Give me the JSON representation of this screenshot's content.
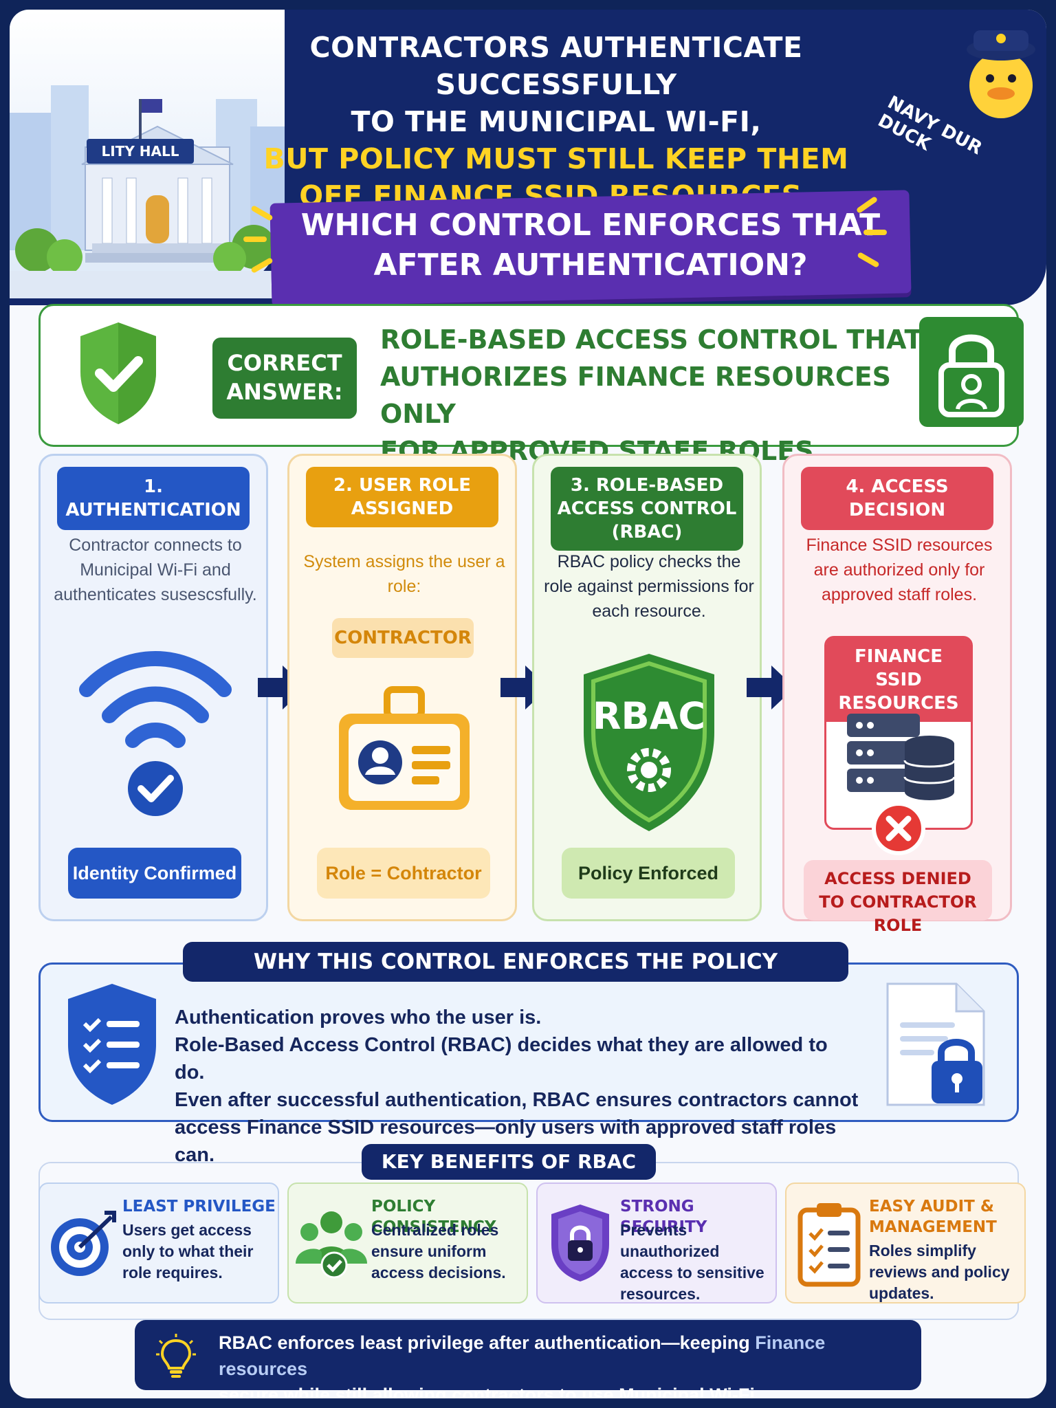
{
  "header": {
    "title_line1": "CONTRACTORS AUTHENTICATE SUCCESSFULLY",
    "title_line2": "TO THE MUNICIPAL WI-FI,",
    "title_line3": "BUT POLICY MUST STILL KEEP THEM",
    "title_line4": "OFF FINANCE SSID RESOURCES.",
    "question_line1": "WHICH CONTROL ENFORCES THAT",
    "question_line2": "AFTER AUTHENTICATION?",
    "building_sign": "LITY HALL",
    "mascot_name": "NAVY DUR DUCK"
  },
  "answer": {
    "badge_line1": "CORRECT",
    "badge_line2": "ANSWER:",
    "text_line1": "ROLE-BASED ACCESS CONTROL THAT",
    "text_line2": "AUTHORIZES FINANCE RESOURCES ONLY",
    "text_line3": "FOR APPROVED STAFF ROLES"
  },
  "steps": [
    {
      "title": "1. AUTHENTICATION",
      "desc": "Contractor connects to Municipal Wi-Fi and authenticates susescsfully.",
      "footer": "Identity Confirmed",
      "icon": "wifi-check-icon"
    },
    {
      "title": "2. USER ROLE ASSIGNED",
      "desc": "System assigns the user a role:",
      "role_tag": "CONTRACTOR",
      "footer": "Role = Cohtractor",
      "icon": "id-badge-icon"
    },
    {
      "title": "3. ROLE-BASED ACCESS CONTROL (RBAC)",
      "desc": "RBAC policy checks the role against permissions for each resource.",
      "shield_label": "RBAC",
      "footer": "Policy Enforced",
      "icon": "rbac-shield-icon"
    },
    {
      "title": "4. ACCESS DECISION",
      "desc": "Finance SSID resources are authorized only for approved staff roles.",
      "resource_label": "FINANCE SSID RESOURCES",
      "footer_line1": "ACCESS DENIED",
      "footer_line2": "TO CONTRACTOR ROLE",
      "icon": "server-database-icon"
    }
  ],
  "why": {
    "heading": "WHY THIS CONTROL ENFORCES THE POLICY",
    "line1": "Authentication proves who the user is.",
    "line2": "Role-Based Access Control (RBAC) decides what they are allowed to do.",
    "line3": "Even after successful authentication, RBAC ensures contractors cannot",
    "line4": "access Finance SSID resources—only users with approved staff roles can."
  },
  "benefits": {
    "heading": "KEY BENEFITS OF RBAC",
    "items": [
      {
        "title": "LEAST PRIVILEGE",
        "desc": "Users get access only to what their role requires.",
        "icon": "target-icon"
      },
      {
        "title": "POLICY CONSISTENCY",
        "desc": "Centralized roles ensure uniform access decisions.",
        "icon": "group-check-icon"
      },
      {
        "title": "STRONG SECURITY",
        "desc": "Prevents unauthorized access to sensitive resources.",
        "icon": "shield-lock-icon"
      },
      {
        "title": "EASY AUDIT & MANAGEMENT",
        "desc": "Roles simplify reviews and policy updates.",
        "icon": "clipboard-check-icon"
      }
    ]
  },
  "footer": {
    "line1_a": "RBAC enforces least privilege after authentication—keeping ",
    "line1_b": "Finance resources",
    "line2": "secure while still allowing contractors to use Municipal Wi-Fi."
  },
  "colors": {
    "navy": "#13276a",
    "yellow": "#ffd324",
    "purple": "#5a2fb0",
    "green": "#2e7d32",
    "blue": "#2457c5",
    "orange": "#e8a010",
    "red": "#e14a5a"
  }
}
